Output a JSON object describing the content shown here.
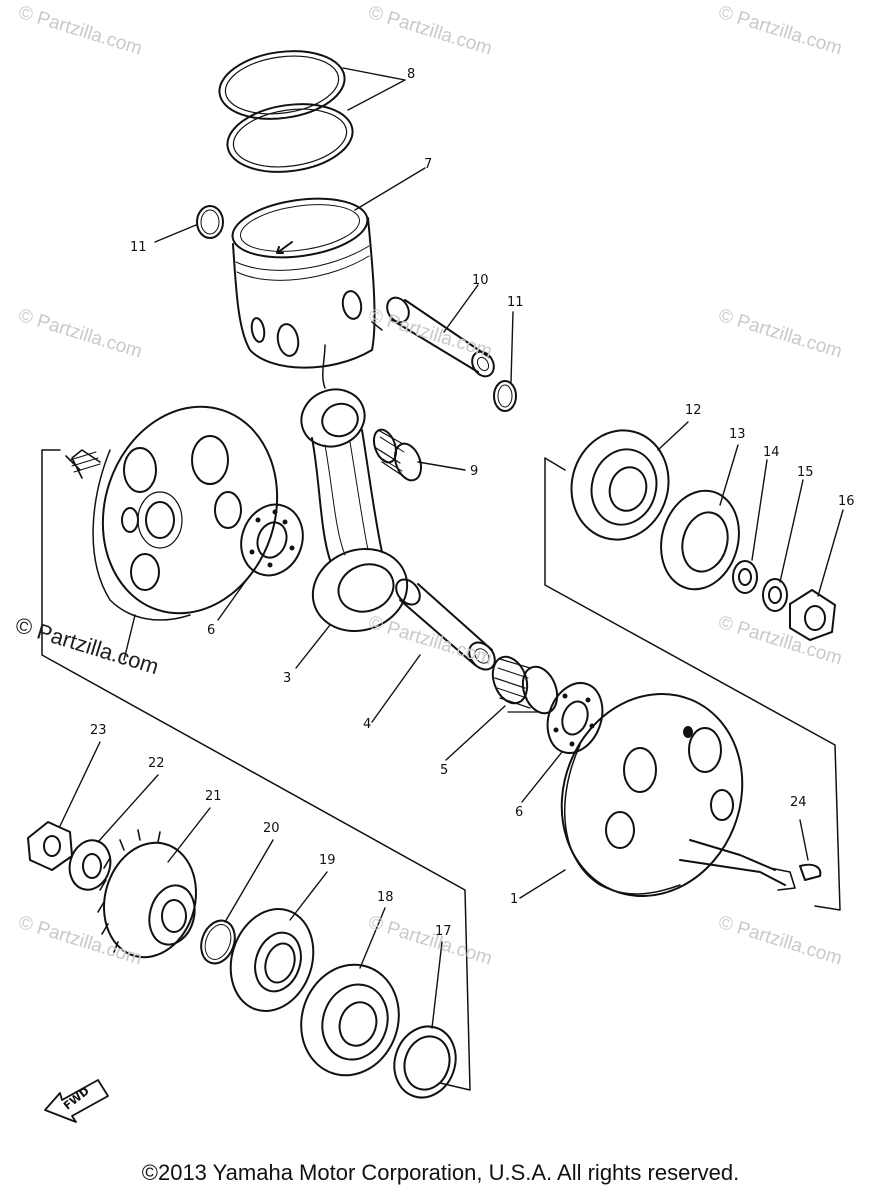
{
  "watermark": "© Partzilla.com",
  "callouts": [
    "8",
    "7",
    "11",
    "10",
    "11",
    "9",
    "12",
    "13",
    "14",
    "15",
    "16",
    "6",
    "3",
    "4",
    "5",
    "6",
    "1",
    "24",
    "23",
    "22",
    "21",
    "20",
    "19",
    "18",
    "17"
  ],
  "direction_label": "FWD",
  "copyright": "©2013 Yamaha Motor Corporation, U.S.A. All rights reserved."
}
